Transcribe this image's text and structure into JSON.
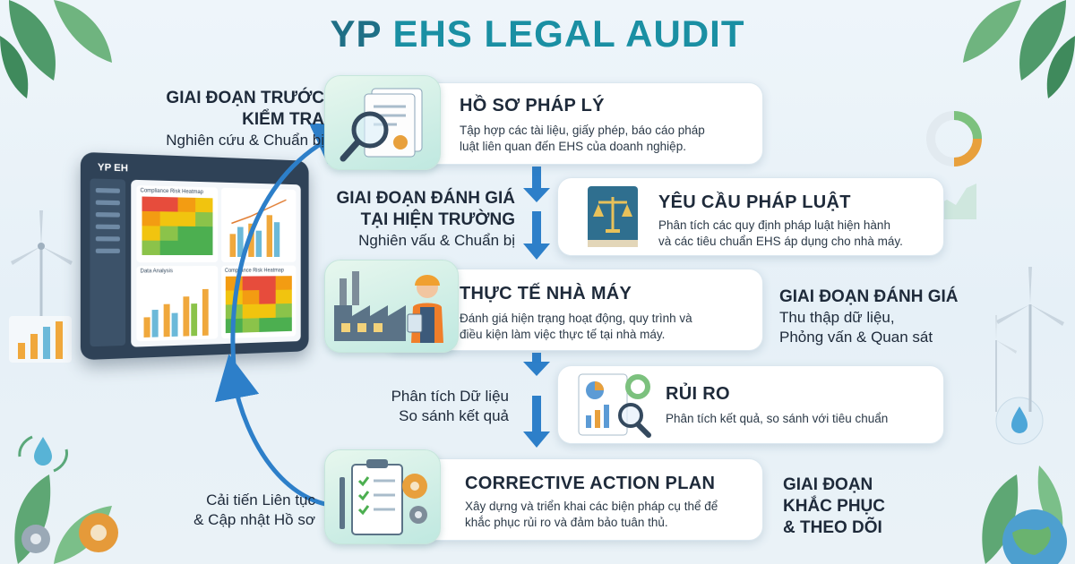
{
  "header": {
    "title_part1": "YP ",
    "title_part2": "EHS LEGAL AUDIT"
  },
  "dashboard": {
    "brand": "YP EH",
    "panel1_title": "Compliance Risk Heatmap",
    "panel2_title": "Data Analysis",
    "panel3_title": "Compliance Risk Heatmap"
  },
  "side_labels": {
    "pre_inspection": {
      "line1": "GIAI ĐOẠN TRƯỚC",
      "line2": "KIỂM TRA",
      "sub": "Nghiên cứu & Chuẩn bị"
    },
    "onsite": {
      "line1": "GIAI ĐOẠN ĐÁNH GIÁ",
      "line2": "TẠI HIỆN TRƯỜNG",
      "sub": "Nghiên vấu & Chuẩn bị"
    },
    "assessment": {
      "line1": "GIAI ĐOẠN ĐÁNH GIÁ",
      "sub1": "Thu thập dữ liệu,",
      "sub2": "Phỏng vấn & Quan sát"
    },
    "analysis": {
      "line1": "Phân tích Dữ liệu",
      "line2": "So sánh kết quả"
    },
    "improve": {
      "line1": "Cải tiến Liên tục",
      "line2": "& Cập nhật Hồ sơ"
    },
    "remediation": {
      "line1": "GIAI ĐOẠN",
      "line2": "KHẮC PHỤC",
      "line3": "& THEO DÕI"
    }
  },
  "steps": [
    {
      "title": "HỒ SƠ PHÁP LÝ",
      "desc1": "Tập hợp các tài liệu, giấy phép, báo cáo pháp",
      "desc2": "luật liên quan đến EHS của doanh nghiệp.",
      "icon": "document-magnifier-icon"
    },
    {
      "title": "YÊU CẦU PHÁP LUẬT",
      "desc1": "Phân tích các quy định pháp luật hiện hành",
      "desc2": "và các tiêu chuẩn EHS áp dụng cho nhà máy.",
      "icon": "law-book-scales-icon"
    },
    {
      "title": "THỰC TẾ NHÀ MÁY",
      "desc1": "Đánh giá hiện trạng hoạt động, quy trình và",
      "desc2": "điều kiện làm việc thực tế tại nhà máy.",
      "icon": "factory-worker-icon"
    },
    {
      "title": "RỦI RO",
      "desc1": "Phân tích kết quả, so sánh với tiêu chuẩn",
      "desc2": "",
      "icon": "risk-report-icon"
    },
    {
      "title": "CORRECTIVE ACTION PLAN",
      "desc1": "Xây dựng và triển khai các biện pháp cụ thể để",
      "desc2": "khắc phục rủi ro và đảm bảo tuân thủ.",
      "icon": "checklist-gear-icon"
    }
  ],
  "colors": {
    "accent": "#1a8fa3",
    "arrow": "#2d7fc9",
    "card_bg": "#ffffff",
    "icon_bg": "#bfe8e0"
  }
}
